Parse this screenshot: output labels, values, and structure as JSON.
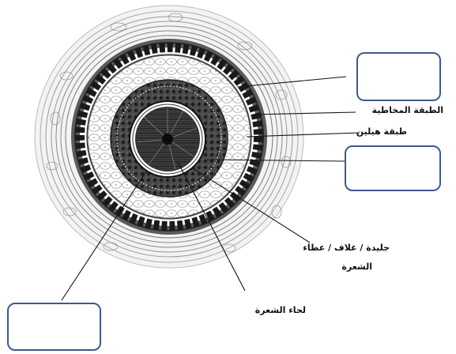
{
  "labels": {
    "mucous_layer": "الطبقة المخاطية",
    "hyaline_layer": "طبقة هيلين",
    "cuticle_line1": "جليدة / غلاف / عطاء",
    "cuticle_line2": "الشعرة",
    "hair_bark": "لحاء الشعرة"
  },
  "answer_boxes": [
    {
      "id": "box-top-right",
      "value": ""
    },
    {
      "id": "box-middle-right",
      "value": ""
    },
    {
      "id": "box-bottom-left",
      "value": ""
    }
  ],
  "colors": {
    "ink": "#1a1a1a",
    "box_border": "#3e5a8c",
    "background": "#ffffff"
  }
}
